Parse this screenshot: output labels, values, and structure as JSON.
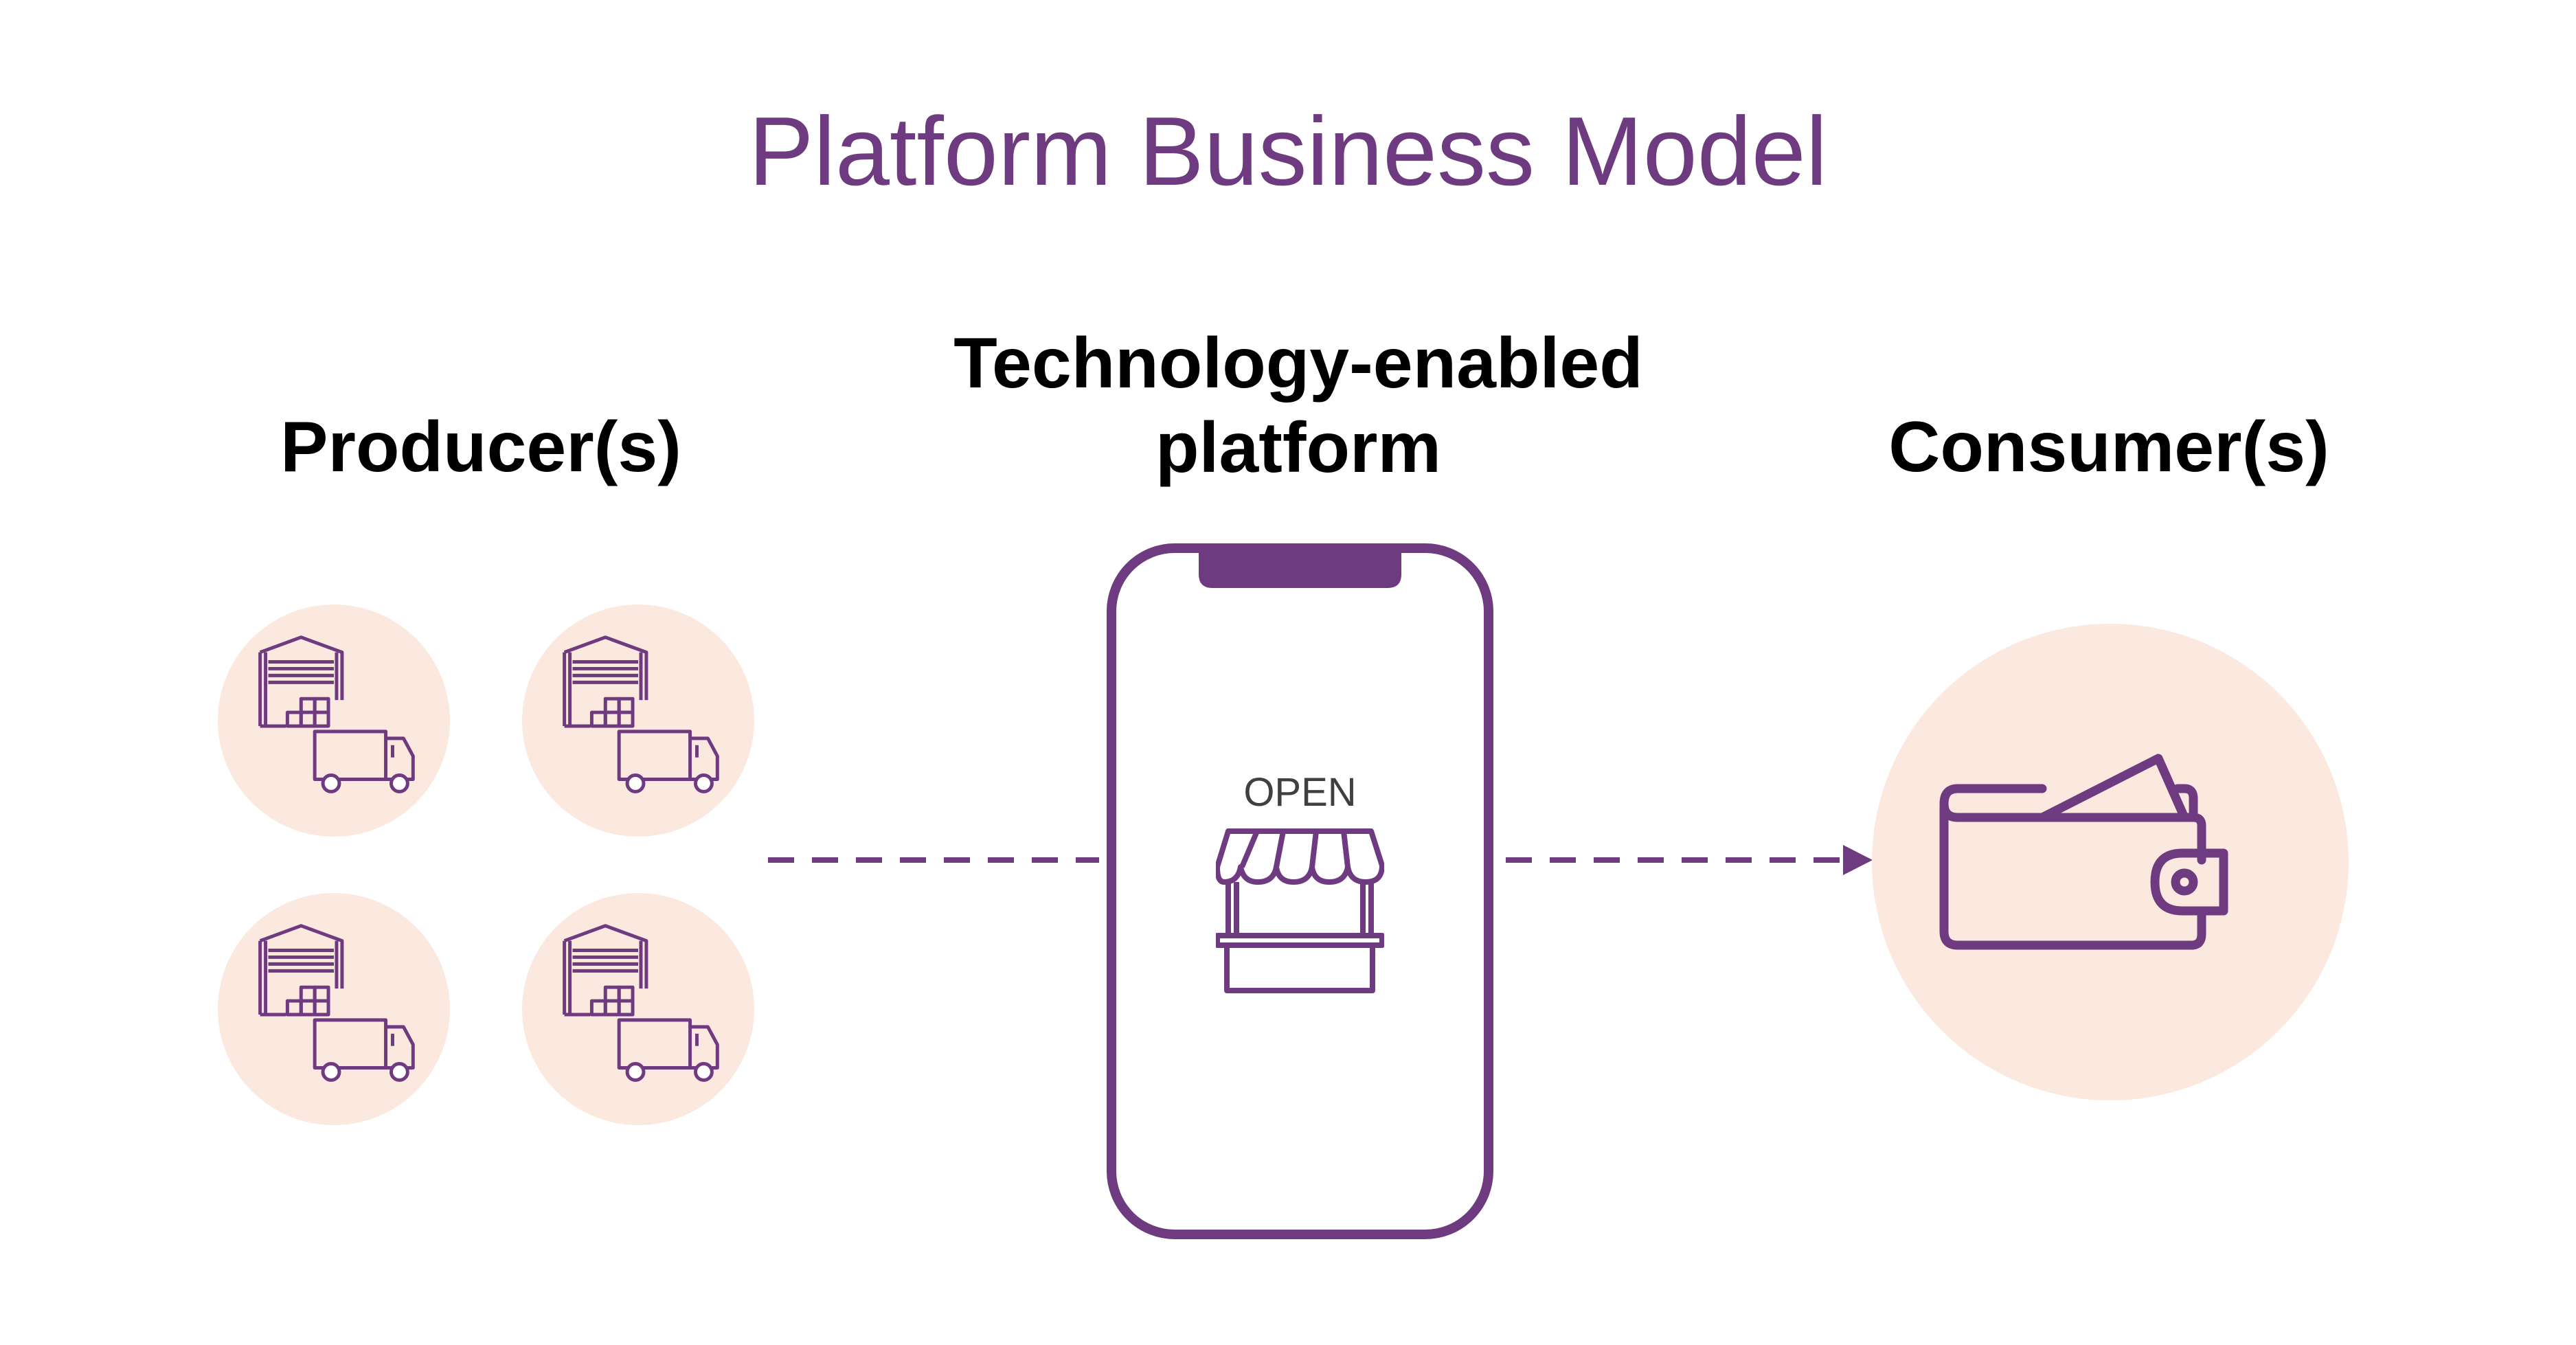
{
  "title": "Platform Business Model",
  "columns": {
    "producers": "Producer(s)",
    "platform_line1": "Technology-enabled",
    "platform_line2": "platform",
    "consumers": "Consumer(s)"
  },
  "phone": {
    "screen_text": "OPEN"
  },
  "icons": {
    "producer": "warehouse-truck-icon",
    "platform": "storefront-icon",
    "consumer": "wallet-icon"
  },
  "colors": {
    "accent": "#6e3a80",
    "circle_fill": "#fbe9df",
    "label_text": "#000000"
  }
}
